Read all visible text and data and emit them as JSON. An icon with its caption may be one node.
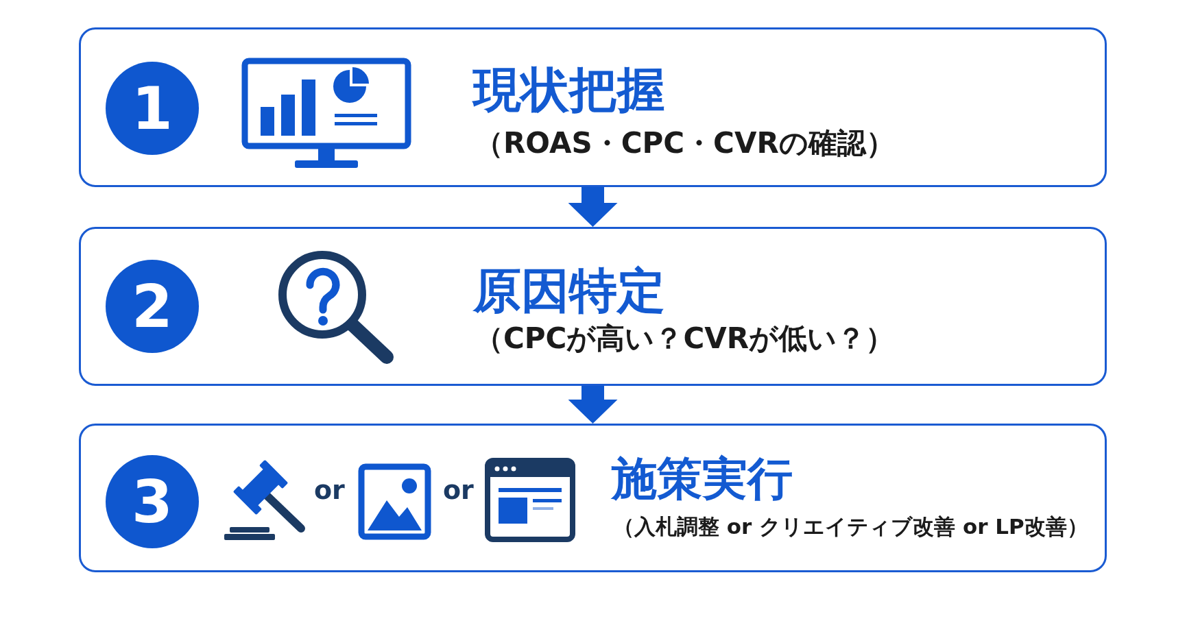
{
  "diagram": {
    "nodes": [
      {
        "text": [
          "現状把握",
          "（ROAS・CPC・CVRの確認）"
        ]
      },
      {
        "text": [
          "1"
        ],
        "in": 0
      },
      {
        "text": [
          "原因特定",
          "（CPCが高い？CVRが低い？）"
        ]
      },
      {
        "text": [
          "2"
        ],
        "in": 2
      },
      {
        "text": [
          "施策実行",
          "（入札調整 or クリエイティブ改善 or LP改善）"
        ]
      },
      {
        "text": [
          "3"
        ],
        "in": 4
      }
    ],
    "edges": [
      {
        "from": 0,
        "to": 2,
        "arrow": "to"
      },
      {
        "from": 2,
        "to": 4,
        "arrow": "to"
      }
    ],
    "labels": [
      "or",
      "or"
    ]
  }
}
